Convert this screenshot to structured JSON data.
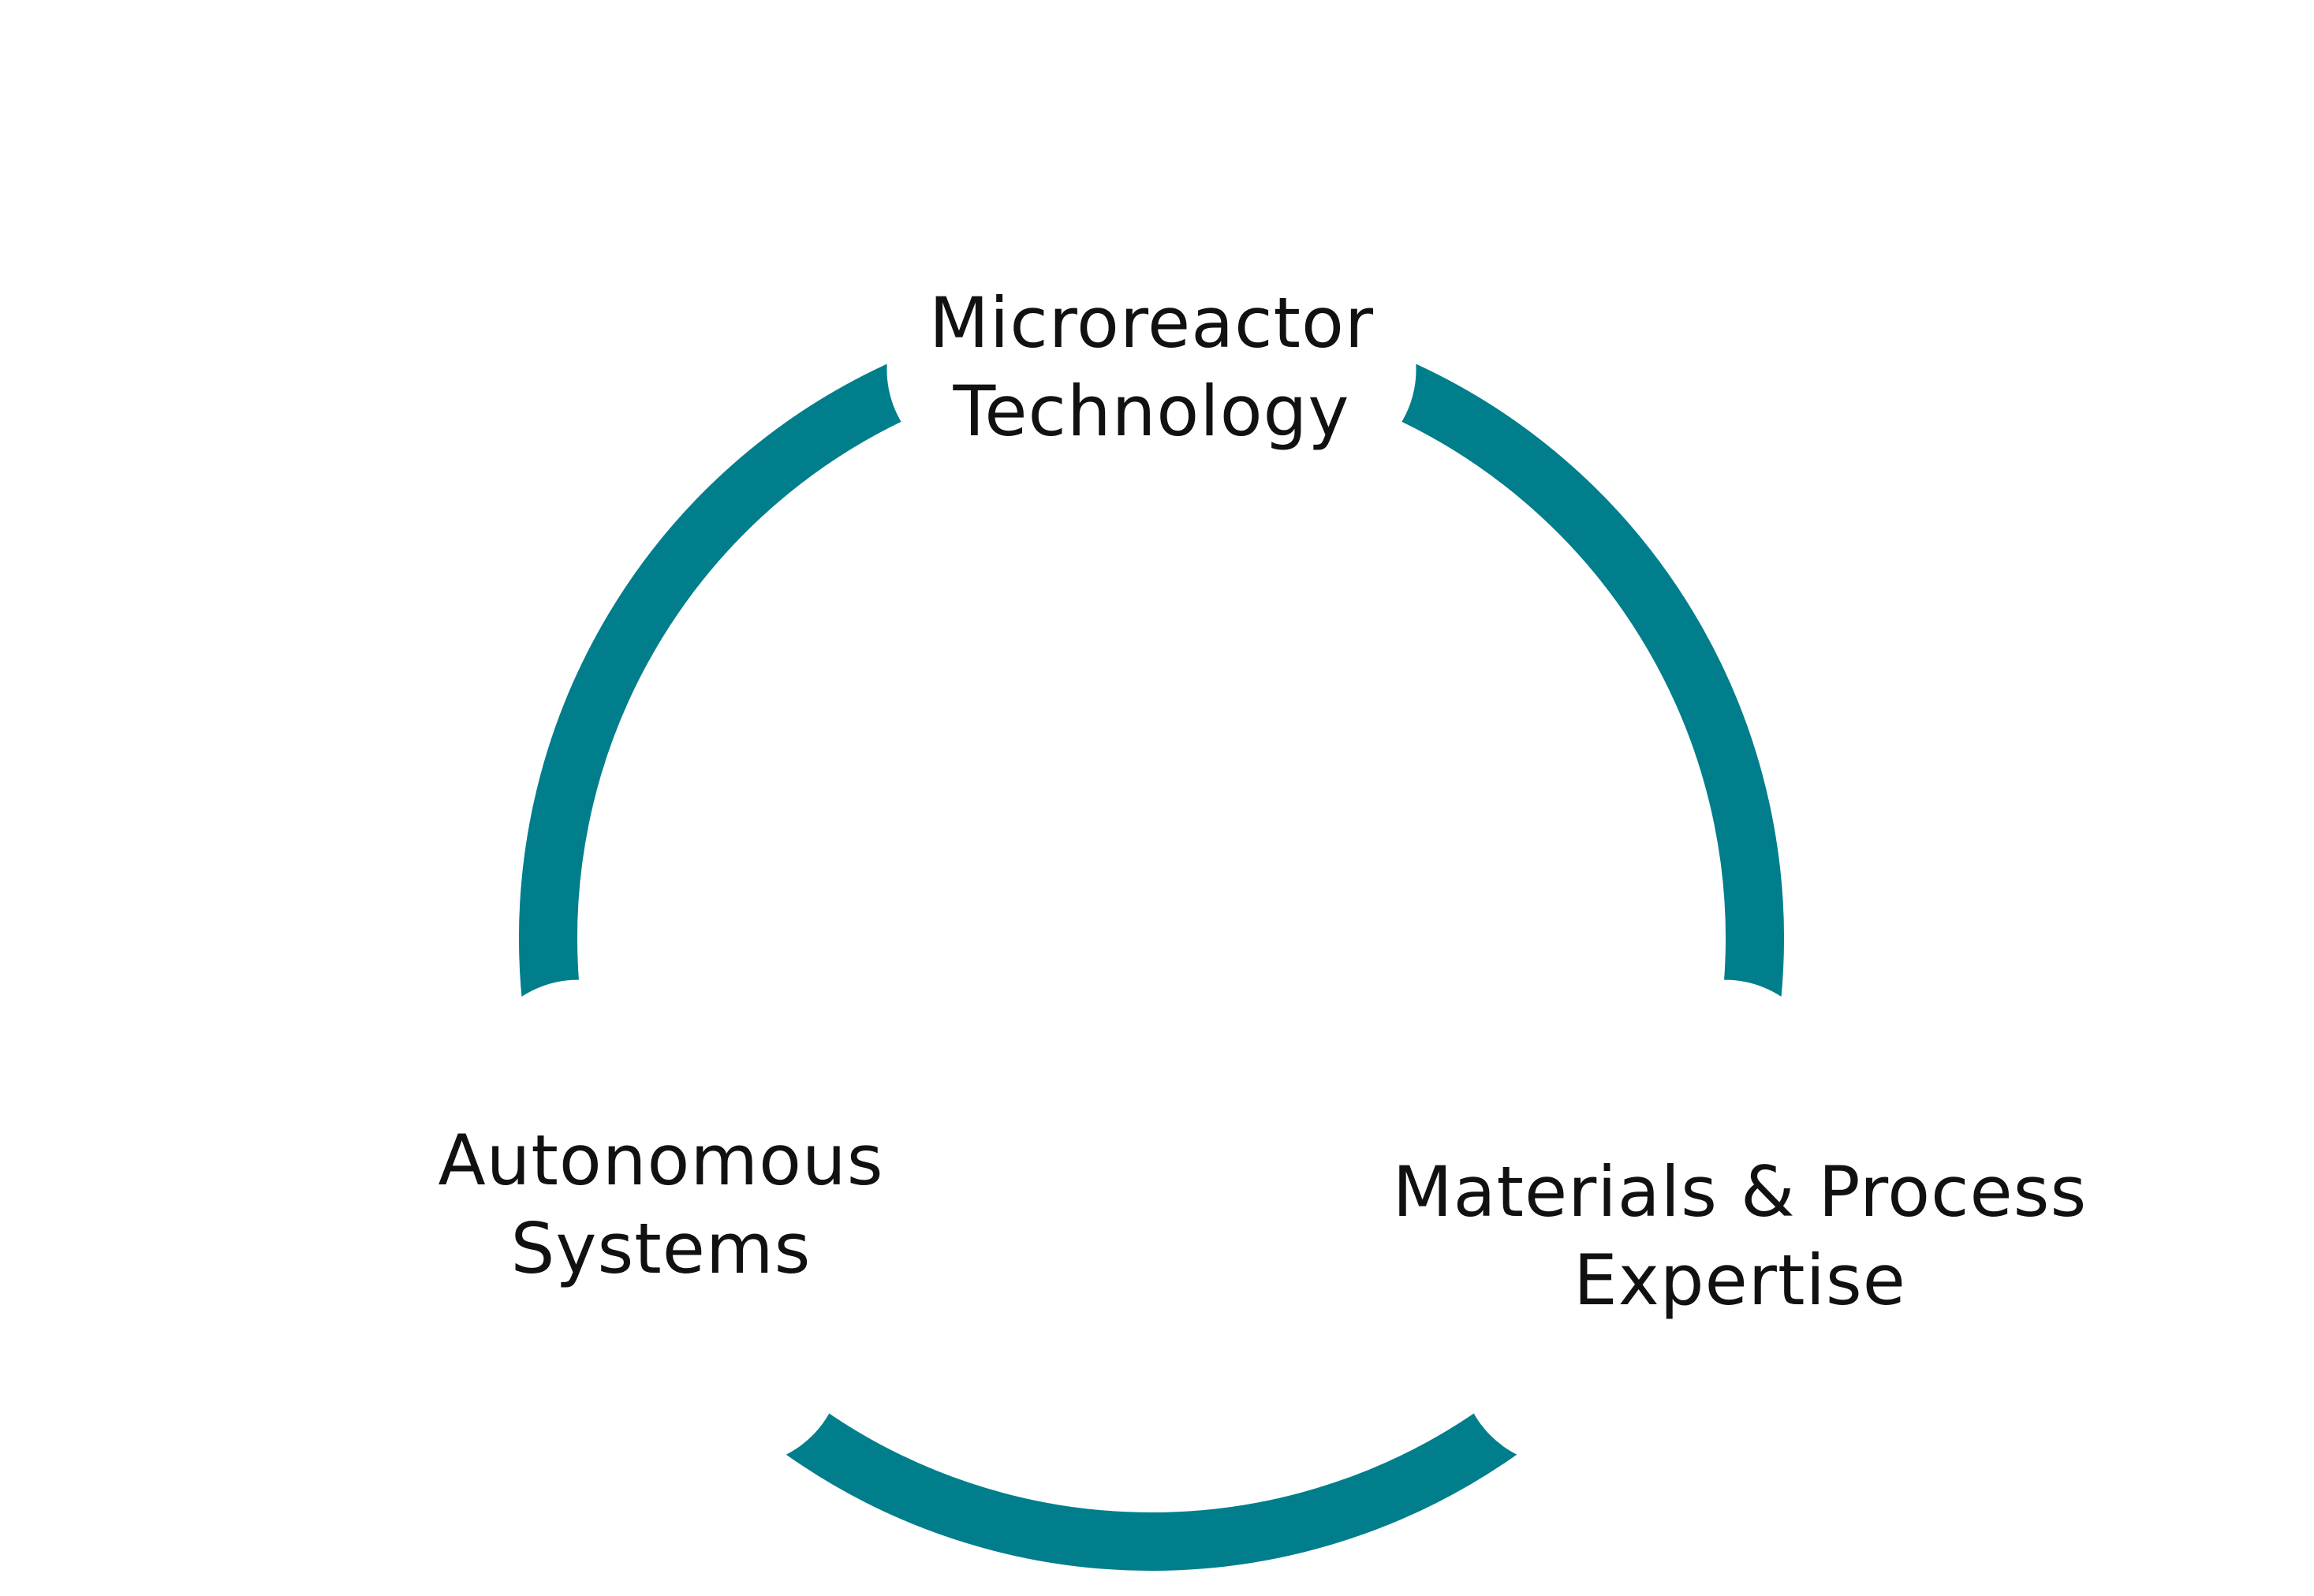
{
  "diagram": {
    "type": "cycle",
    "accent_color": "#007E8C",
    "background_color": "#FFFFFF",
    "text_color": "#111111",
    "nodes": [
      {
        "id": "top",
        "lines": [
          "Microreactor",
          "Technology"
        ]
      },
      {
        "id": "right",
        "lines": [
          "Materials & Process",
          "Expertise"
        ]
      },
      {
        "id": "left",
        "lines": [
          "Autonomous",
          "Systems"
        ]
      }
    ],
    "connectors": [
      {
        "from": "top",
        "to": "right"
      },
      {
        "from": "right",
        "to": "left"
      },
      {
        "from": "left",
        "to": "top"
      }
    ]
  }
}
